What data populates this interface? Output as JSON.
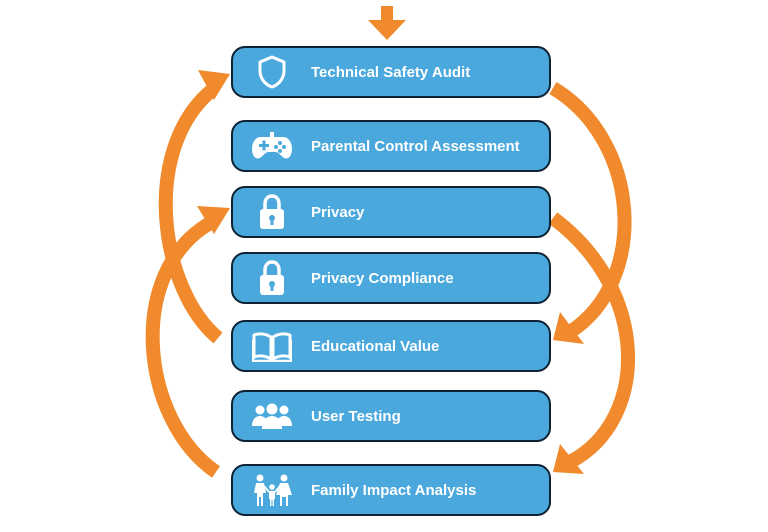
{
  "diagram": {
    "accent_color": "#f08a2c",
    "box_color": "#4aa8dd",
    "box_border_color": "#0d2233",
    "steps": [
      {
        "label": "Technical Safety Audit",
        "icon": "shield-icon"
      },
      {
        "label": "Parental Control Assessment",
        "icon": "gamepad-icon"
      },
      {
        "label": "Privacy",
        "icon": "lock-icon"
      },
      {
        "label": "Privacy Compliance",
        "icon": "lock-icon"
      },
      {
        "label": "Educational Value",
        "icon": "book-icon"
      },
      {
        "label": "User Testing",
        "icon": "users-icon"
      },
      {
        "label": "Family Impact Analysis",
        "icon": "family-icon"
      }
    ]
  }
}
